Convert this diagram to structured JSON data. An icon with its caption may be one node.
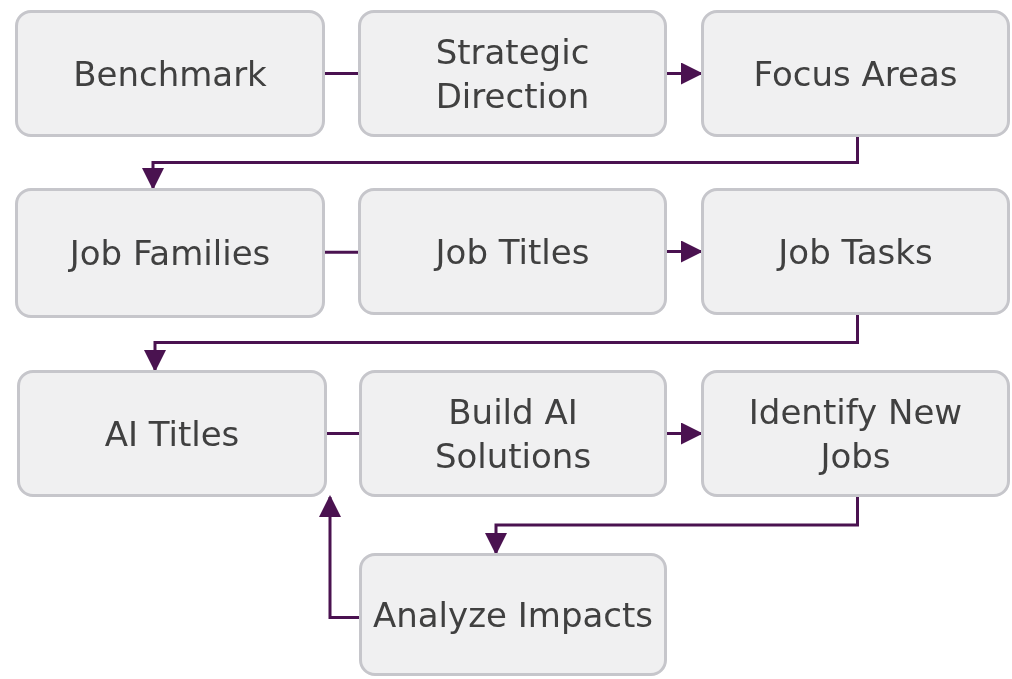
{
  "diagram": {
    "nodes": [
      {
        "text": [
          "Benchmark"
        ]
      },
      {
        "text": [
          "Strategic Direction"
        ]
      },
      {
        "text": [
          "Focus Areas"
        ]
      },
      {
        "text": [
          "Job Families"
        ]
      },
      {
        "text": [
          "Job Titles"
        ]
      },
      {
        "text": [
          "Job Tasks"
        ]
      },
      {
        "text": [
          "AI Titles"
        ]
      },
      {
        "text": [
          "Build AI Solutions"
        ]
      },
      {
        "text": [
          "Identify New Jobs"
        ]
      },
      {
        "text": [
          "Analyze Impacts"
        ]
      }
    ],
    "edges": [
      {
        "from": 0,
        "to": 1,
        "arrow": "none"
      },
      {
        "from": 1,
        "to": 2,
        "arrow": "to"
      },
      {
        "from": 2,
        "to": 3,
        "arrow": "to"
      },
      {
        "from": 3,
        "to": 4,
        "arrow": "none"
      },
      {
        "from": 4,
        "to": 5,
        "arrow": "to"
      },
      {
        "from": 5,
        "to": 6,
        "arrow": "to"
      },
      {
        "from": 6,
        "to": 7,
        "arrow": "none"
      },
      {
        "from": 7,
        "to": 8,
        "arrow": "to"
      },
      {
        "from": 8,
        "to": 9,
        "arrow": "to"
      },
      {
        "from": 9,
        "to": 6,
        "arrow": "to"
      }
    ]
  }
}
